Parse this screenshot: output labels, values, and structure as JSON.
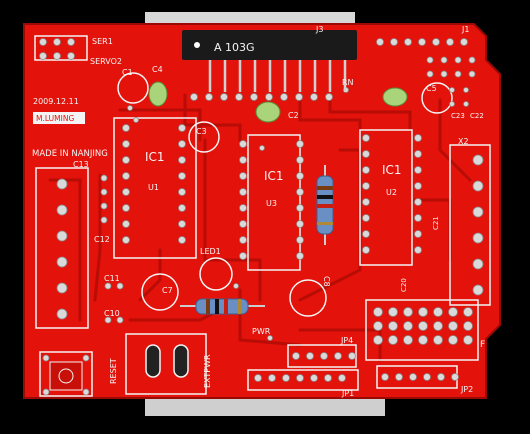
{
  "photo": {
    "board_colors": {
      "pcb": "#e3120b",
      "pcb_dark": "#b80c06",
      "pad": "#d9d9d9",
      "silk": "#f4f4f4",
      "background": "#000000"
    },
    "silkscreen": {
      "ser1": "SER1",
      "servo2": "SERVO2",
      "c1": "C1",
      "c4": "C4",
      "date": "2009.12.11",
      "author": "M.LUMING",
      "made_in": "MADE IN NANJING",
      "c13": "C13",
      "ic1_left": "IC1",
      "u1": "U1",
      "c3": "C3",
      "c2": "C2",
      "ic1_mid": "IC1",
      "u3": "U3",
      "ic1_right": "IC1",
      "u2": "U2",
      "j3": "J3",
      "j1": "J1",
      "rn": "RN",
      "c5": "C5",
      "c23": "C23",
      "c22": "C22",
      "x2": "X2",
      "c21": "C21",
      "c12": "C12",
      "led1": "LED1",
      "c7": "C7",
      "c8": "C8",
      "c11": "C11",
      "c10": "C10",
      "c20": "C20",
      "pwr": "PWR",
      "jp4": "JP4",
      "reset": "RESET",
      "extpwr": "EXTPWR",
      "jp1": "JP1",
      "jp2": "JP2",
      "f_mark": "F",
      "resistor_network": "A 103G"
    }
  }
}
